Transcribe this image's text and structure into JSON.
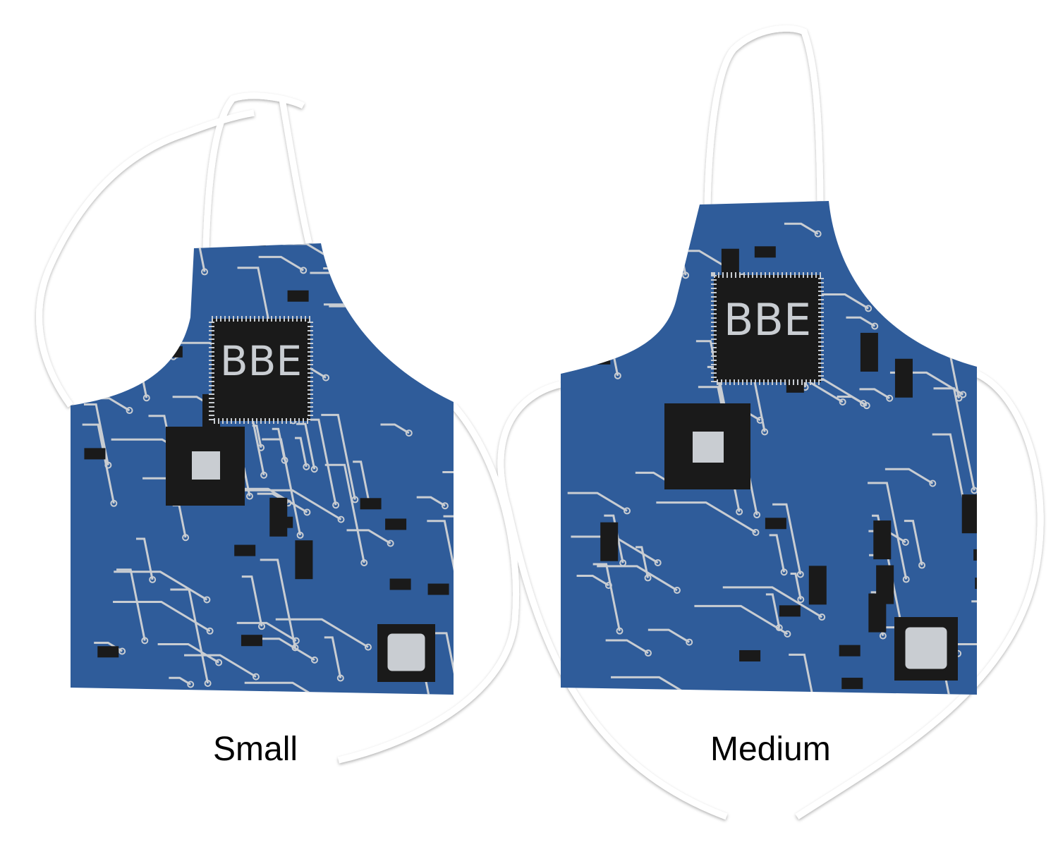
{
  "aprons": [
    {
      "size_label": "Small",
      "monogram": "BBE"
    },
    {
      "size_label": "Medium",
      "monogram": "BBE"
    }
  ],
  "colors": {
    "fabric": "#2f5c9a",
    "trace": "#c9cdd2",
    "chip": "#1a1a1a",
    "strap": "#ffffff"
  }
}
